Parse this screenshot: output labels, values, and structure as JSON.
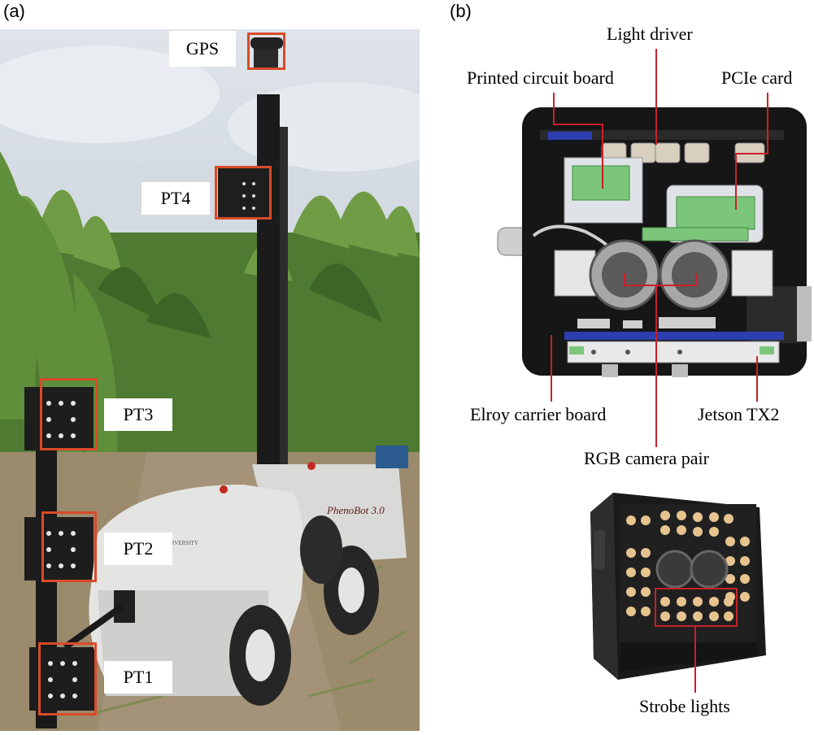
{
  "panels": {
    "a": {
      "letter": "(a)",
      "labels": {
        "gps": "GPS",
        "pt4": "PT4",
        "pt3": "PT3",
        "pt2": "PT2",
        "pt1": "PT1"
      },
      "robot_badge": "PhenoBot 3.0",
      "robot_university": "IOWA STATE UNIVERSITY"
    },
    "b": {
      "letter": "(b)",
      "callouts": {
        "light_driver": "Light driver",
        "printed_circuit_board": "Printed circuit board",
        "pcie_card": "PCIe card",
        "elroy_carrier_board": "Elroy carrier board",
        "jetson_tx2": "Jetson TX2",
        "rgb_camera_pair": "RGB camera pair",
        "strobe_lights": "Strobe lights"
      }
    }
  },
  "colors": {
    "highlight_red": "#d94a2a",
    "leader_red": "#c8212a",
    "pcb_green": "#7cc67c",
    "enclosure_black": "#161616"
  }
}
